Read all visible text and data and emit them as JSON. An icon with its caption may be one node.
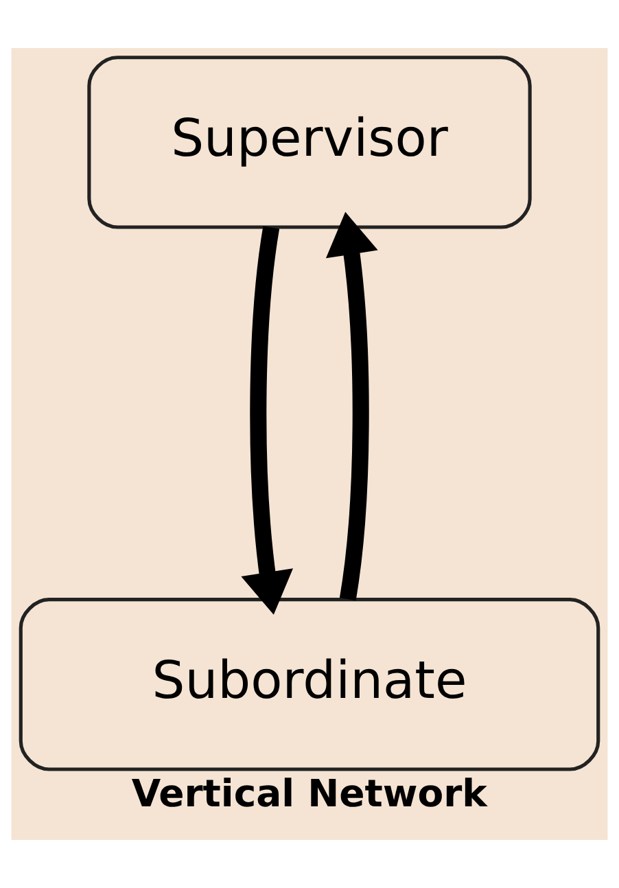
{
  "diagram": {
    "caption": "Vertical Network",
    "nodes": [
      {
        "text": [
          "Supervisor"
        ]
      },
      {
        "text": [
          "Subordinate"
        ]
      }
    ],
    "edges": [
      {
        "from": 0,
        "to": 1,
        "arrow": "to"
      },
      {
        "from": 1,
        "to": 0,
        "arrow": "to"
      }
    ]
  }
}
